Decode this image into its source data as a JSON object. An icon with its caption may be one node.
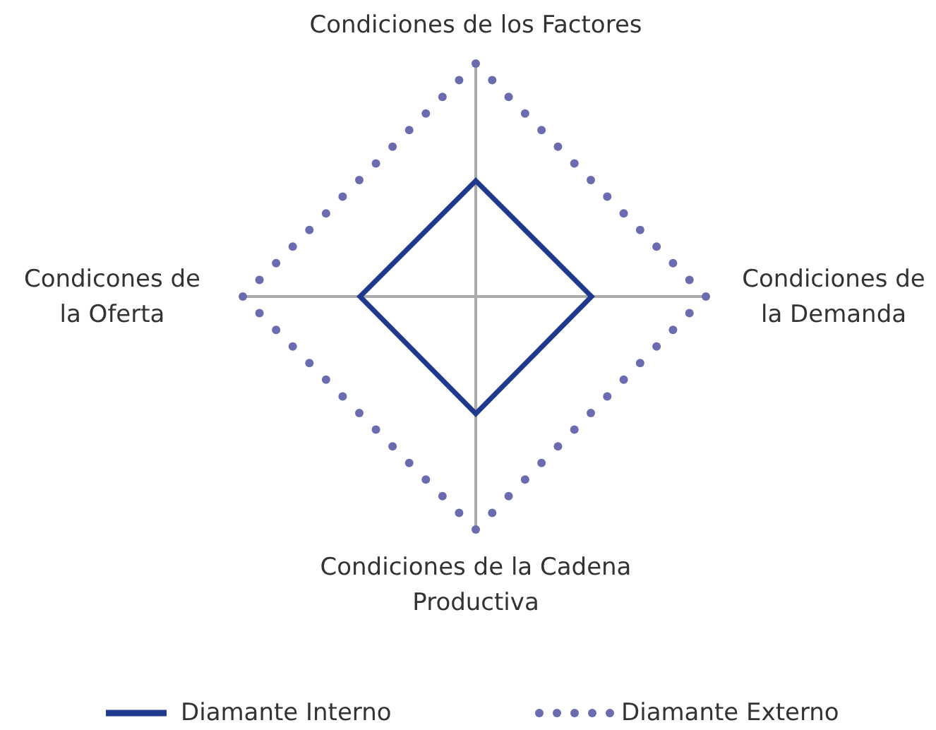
{
  "diagram": {
    "labels": [
      "Condiciones de los Factores",
      "Condicones de la Oferta",
      "Condiciones de la Demanda",
      "Condiciones de la Cadena Productiva"
    ],
    "legend": [
      {
        "text": "Diamante Interno"
      },
      {
        "text": "Diamante Externo"
      }
    ]
  }
}
